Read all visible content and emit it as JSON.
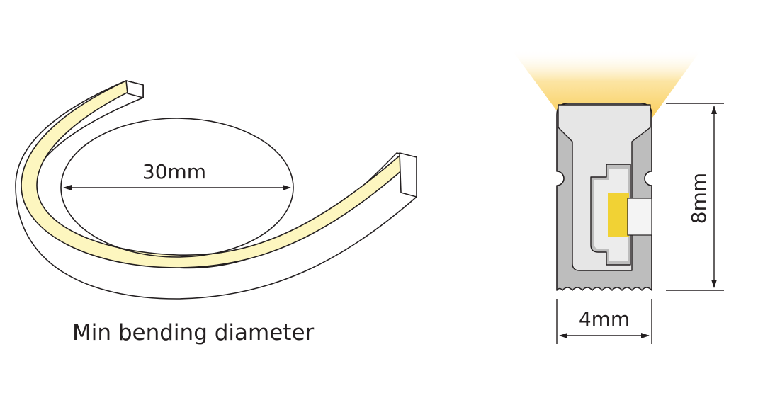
{
  "bend_diagram": {
    "diameter_label": "30mm",
    "caption": "Min bending diameter"
  },
  "profile_diagram": {
    "height_label": "8mm",
    "width_label": "4mm"
  },
  "colors": {
    "strip_glow": "#fdf6bf",
    "light_beam": "#fbd86a",
    "led_chip": "#f1d234",
    "housing_dark": "#bdbdbd",
    "housing_light": "#e6e6e6",
    "outline": "#231f20"
  }
}
